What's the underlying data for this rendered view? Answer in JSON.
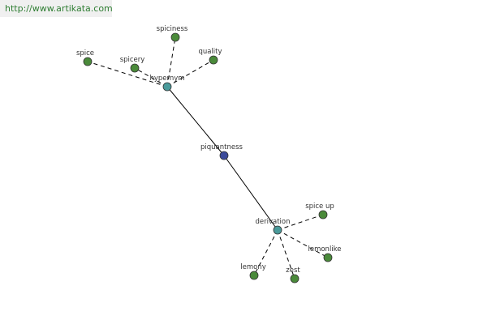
{
  "watermark": "http://www.artikata.com",
  "colors": {
    "center": "#3b4a9a",
    "relation": "#4a9a9a",
    "leaf": "#4a8a3a"
  },
  "graph": {
    "nodes": [
      {
        "id": "piquantness",
        "label": "piquantness",
        "kind": "center"
      },
      {
        "id": "hypernym",
        "label": "hypernym",
        "kind": "relation"
      },
      {
        "id": "derivation",
        "label": "derivation",
        "kind": "relation"
      },
      {
        "id": "spice",
        "label": "spice",
        "kind": "leaf"
      },
      {
        "id": "spicery",
        "label": "spicery",
        "kind": "leaf"
      },
      {
        "id": "spiciness",
        "label": "spiciness",
        "kind": "leaf"
      },
      {
        "id": "quality",
        "label": "quality",
        "kind": "leaf"
      },
      {
        "id": "spice-up",
        "label": "spice up",
        "kind": "leaf"
      },
      {
        "id": "lemonlike",
        "label": "lemonlike",
        "kind": "leaf"
      },
      {
        "id": "zest",
        "label": "zest",
        "kind": "leaf"
      },
      {
        "id": "lemony",
        "label": "lemony",
        "kind": "leaf"
      }
    ],
    "edges": [
      {
        "from": "piquantness",
        "to": "hypernym",
        "style": "solid"
      },
      {
        "from": "piquantness",
        "to": "derivation",
        "style": "solid"
      },
      {
        "from": "hypernym",
        "to": "spice",
        "style": "dashed"
      },
      {
        "from": "hypernym",
        "to": "spicery",
        "style": "dashed"
      },
      {
        "from": "hypernym",
        "to": "spiciness",
        "style": "dashed"
      },
      {
        "from": "hypernym",
        "to": "quality",
        "style": "dashed"
      },
      {
        "from": "derivation",
        "to": "spice-up",
        "style": "dashed"
      },
      {
        "from": "derivation",
        "to": "lemonlike",
        "style": "dashed"
      },
      {
        "from": "derivation",
        "to": "zest",
        "style": "dashed"
      },
      {
        "from": "derivation",
        "to": "lemony",
        "style": "dashed"
      }
    ]
  }
}
